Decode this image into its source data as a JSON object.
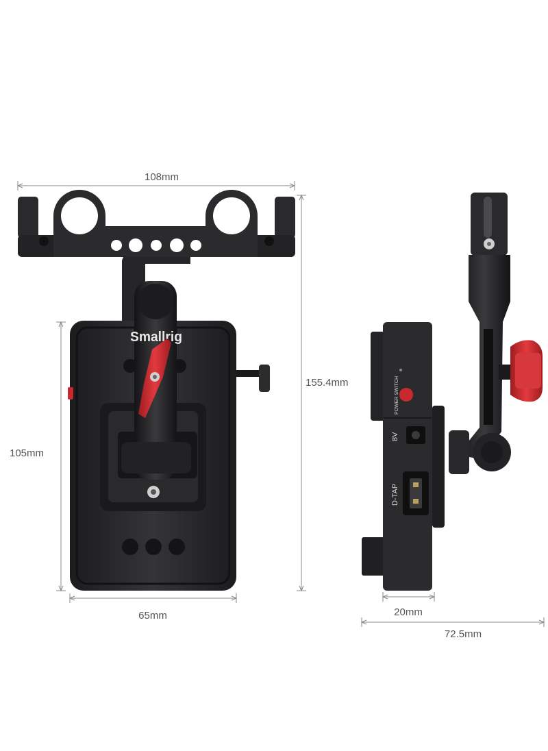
{
  "dimensions": {
    "top_width": "108mm",
    "total_height": "155.4mm",
    "plate_height": "105mm",
    "plate_width": "65mm",
    "side_thickness": "20mm",
    "side_depth": "72.5mm"
  },
  "labels": {
    "brand": "Smallrig",
    "power_switch": "POWER SWITCH",
    "dc_out": "8V",
    "dtap": "D-TAP"
  },
  "colors": {
    "body": "#2b2b2d",
    "body_dark": "#18181a",
    "accent_red": "#c8282e",
    "dim_line": "#8a8a8a"
  }
}
